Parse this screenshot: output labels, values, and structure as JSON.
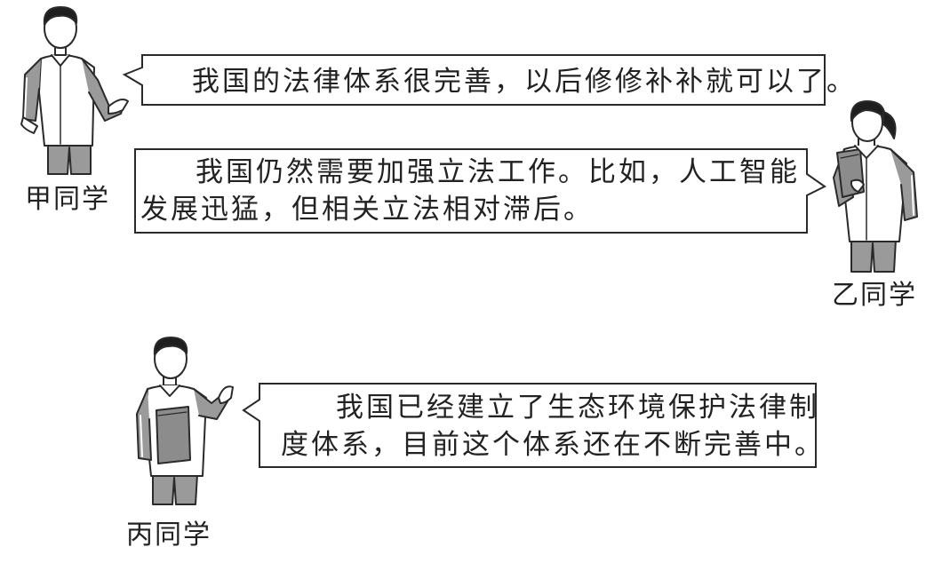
{
  "students": [
    {
      "id": "jia",
      "name": "甲同学",
      "speech": "我国的法律体系很完善，以后修修补补就可以了。"
    },
    {
      "id": "yi",
      "name": "乙同学",
      "speech_line1": "我国仍然需要加强立法工作。比如，人工智能",
      "speech_line2": "发展迅猛，但相关立法相对滞后。"
    },
    {
      "id": "bing",
      "name": "丙同学",
      "speech_line1": "我国已经建立了生态环境保护法律制",
      "speech_line2": "度体系，目前这个体系还在不断完善中。"
    }
  ],
  "colors": {
    "outline": "#2a2a2a",
    "jacket_body": "#ffffff",
    "jacket_sleeve": "#9a9a9a",
    "hair": "#1e1e1e",
    "skin": "#ffffff",
    "book": "#8c8c8c"
  }
}
